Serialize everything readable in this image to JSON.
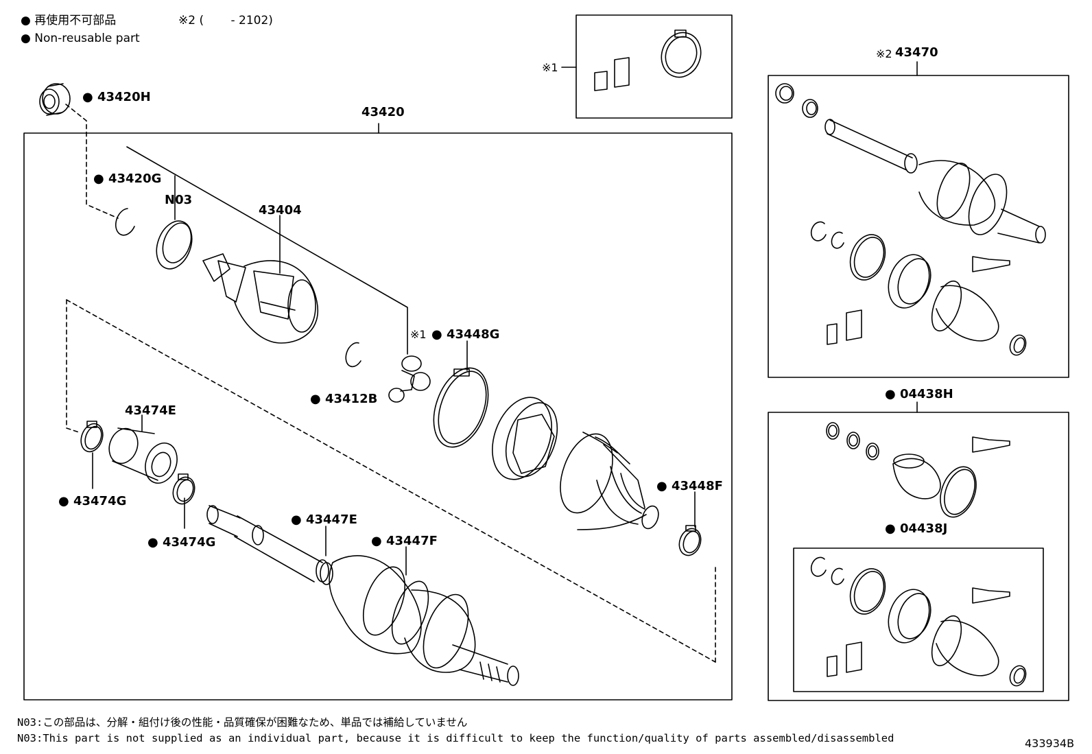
{
  "legend": {
    "jp_label": "再使用不可部品",
    "en_label": "Non-reusable part",
    "bullet": "●",
    "note2": "※2 (　　 - 2102)"
  },
  "parts": {
    "p43420H": "43420H",
    "p43420": "43420",
    "p43420G": "43420G",
    "pN03": "N03",
    "p43404": "43404",
    "p43448G": "43448G",
    "mark1": "※1",
    "p43412B": "43412B",
    "p43474E": "43474E",
    "p43474G_a": "43474G",
    "p43474G_b": "43474G",
    "p43447E": "43447E",
    "p43447F": "43447F",
    "p43448F": "43448F",
    "p43470": "43470",
    "mark2": "※2",
    "p04438H": "04438H",
    "p04438J": "04438J",
    "kit_mark": "※1"
  },
  "notes": {
    "jp": "N03:この部品は、分解・組付け後の性能・品質確保が困難なため、単品では補給していません",
    "en": "N03:This part is not supplied as an individual part, because it is difficult to keep the function/quality of parts assembled/disassembled"
  },
  "diagram_code": "433934B"
}
